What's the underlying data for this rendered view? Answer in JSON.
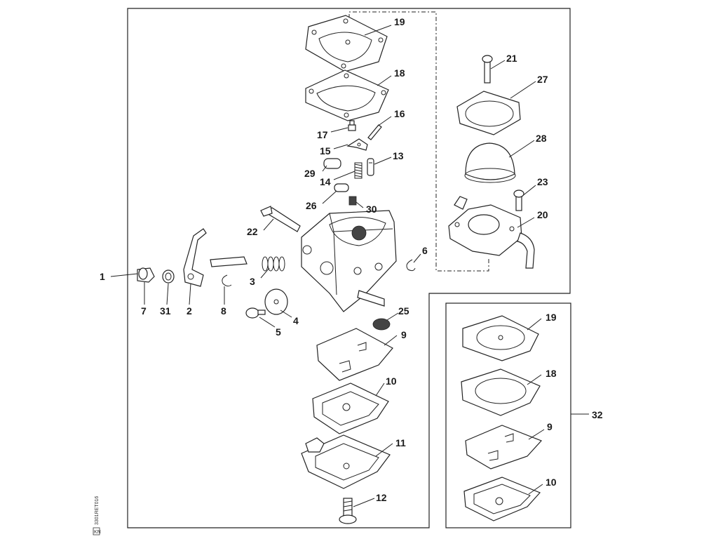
{
  "diagram": {
    "main_assembly_label": "1",
    "kit_label": "32",
    "drawing_code": "3301RET016",
    "code_box": "KN",
    "parts": [
      {
        "id": "p19",
        "label": "19"
      },
      {
        "id": "p18",
        "label": "18"
      },
      {
        "id": "p16",
        "label": "16"
      },
      {
        "id": "p17",
        "label": "17"
      },
      {
        "id": "p15",
        "label": "15"
      },
      {
        "id": "p13",
        "label": "13"
      },
      {
        "id": "p29",
        "label": "29"
      },
      {
        "id": "p14",
        "label": "14"
      },
      {
        "id": "p26",
        "label": "26"
      },
      {
        "id": "p30",
        "label": "30"
      },
      {
        "id": "p22",
        "label": "22"
      },
      {
        "id": "p21",
        "label": "21"
      },
      {
        "id": "p27",
        "label": "27"
      },
      {
        "id": "p28",
        "label": "28"
      },
      {
        "id": "p23",
        "label": "23"
      },
      {
        "id": "p20",
        "label": "20"
      },
      {
        "id": "p6",
        "label": "6"
      },
      {
        "id": "p3",
        "label": "3"
      },
      {
        "id": "p7",
        "label": "7"
      },
      {
        "id": "p31",
        "label": "31"
      },
      {
        "id": "p2",
        "label": "2"
      },
      {
        "id": "p8",
        "label": "8"
      },
      {
        "id": "p4",
        "label": "4"
      },
      {
        "id": "p5",
        "label": "5"
      },
      {
        "id": "p25",
        "label": "25"
      },
      {
        "id": "p9",
        "label": "9"
      },
      {
        "id": "p10",
        "label": "10"
      },
      {
        "id": "p11",
        "label": "11"
      },
      {
        "id": "p12",
        "label": "12"
      },
      {
        "id": "k19",
        "label": "19"
      },
      {
        "id": "k18",
        "label": "18"
      },
      {
        "id": "k9",
        "label": "9"
      },
      {
        "id": "k10",
        "label": "10"
      }
    ]
  }
}
